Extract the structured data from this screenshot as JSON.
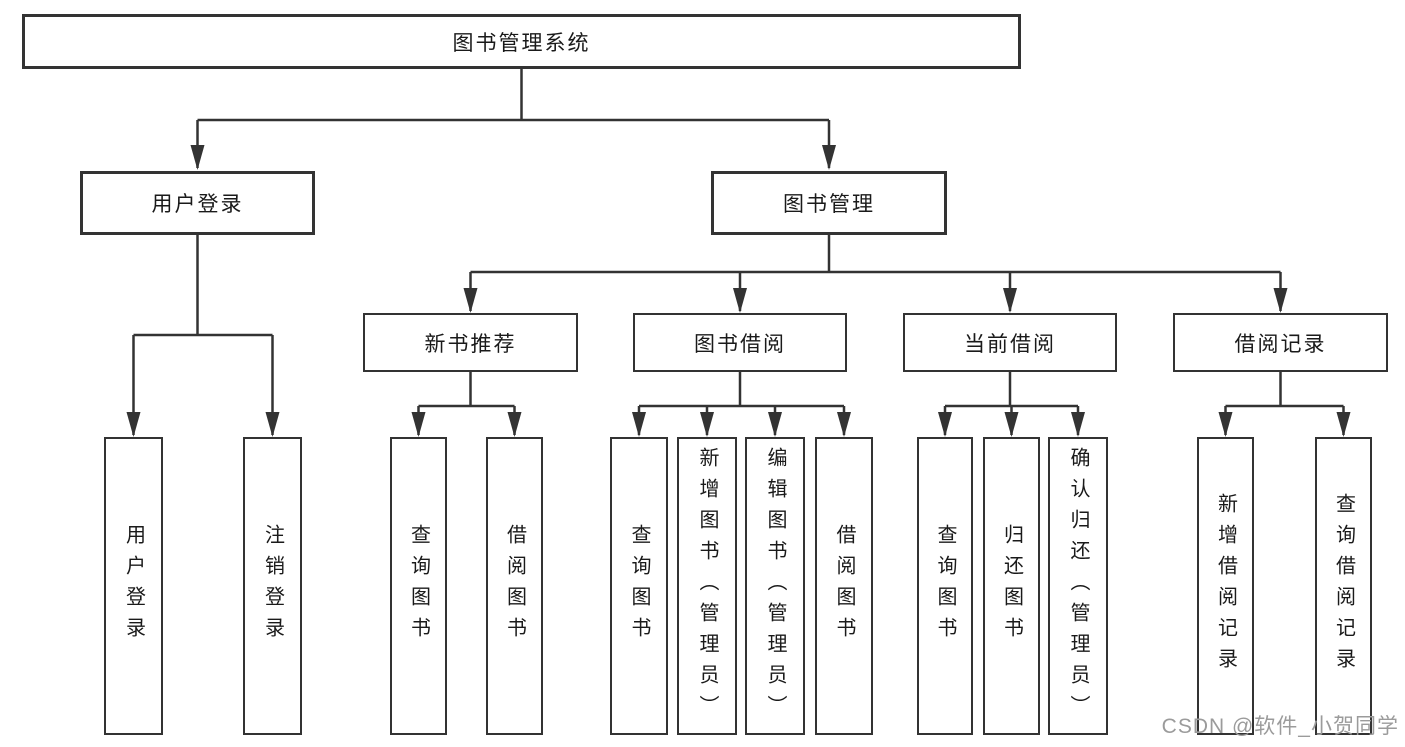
{
  "tree": {
    "label": "图书管理系统",
    "children": [
      {
        "label": "用户登录",
        "children": [
          {
            "label": "用户登录"
          },
          {
            "label": "注销登录"
          }
        ]
      },
      {
        "label": "图书管理",
        "children": [
          {
            "label": "新书推荐",
            "children": [
              {
                "label": "查询图书"
              },
              {
                "label": "借阅图书"
              }
            ]
          },
          {
            "label": "图书借阅",
            "children": [
              {
                "label": "查询图书"
              },
              {
                "label": "新增图书（管理员）"
              },
              {
                "label": "编辑图书（管理员）"
              },
              {
                "label": "借阅图书"
              }
            ]
          },
          {
            "label": "当前借阅",
            "children": [
              {
                "label": "查询图书"
              },
              {
                "label": "归还图书"
              },
              {
                "label": "确认归还（管理员）"
              }
            ]
          },
          {
            "label": "借阅记录",
            "children": [
              {
                "label": "新增借阅记录"
              },
              {
                "label": "查询借阅记录"
              }
            ]
          }
        ]
      }
    ]
  },
  "watermark": "CSDN @软件_小贺同学",
  "colors": {
    "line": "#333333",
    "box_border": "#333333",
    "box_fill": "#ffffff",
    "text": "#1a1a1a",
    "watermark": "#9b9b9b"
  }
}
